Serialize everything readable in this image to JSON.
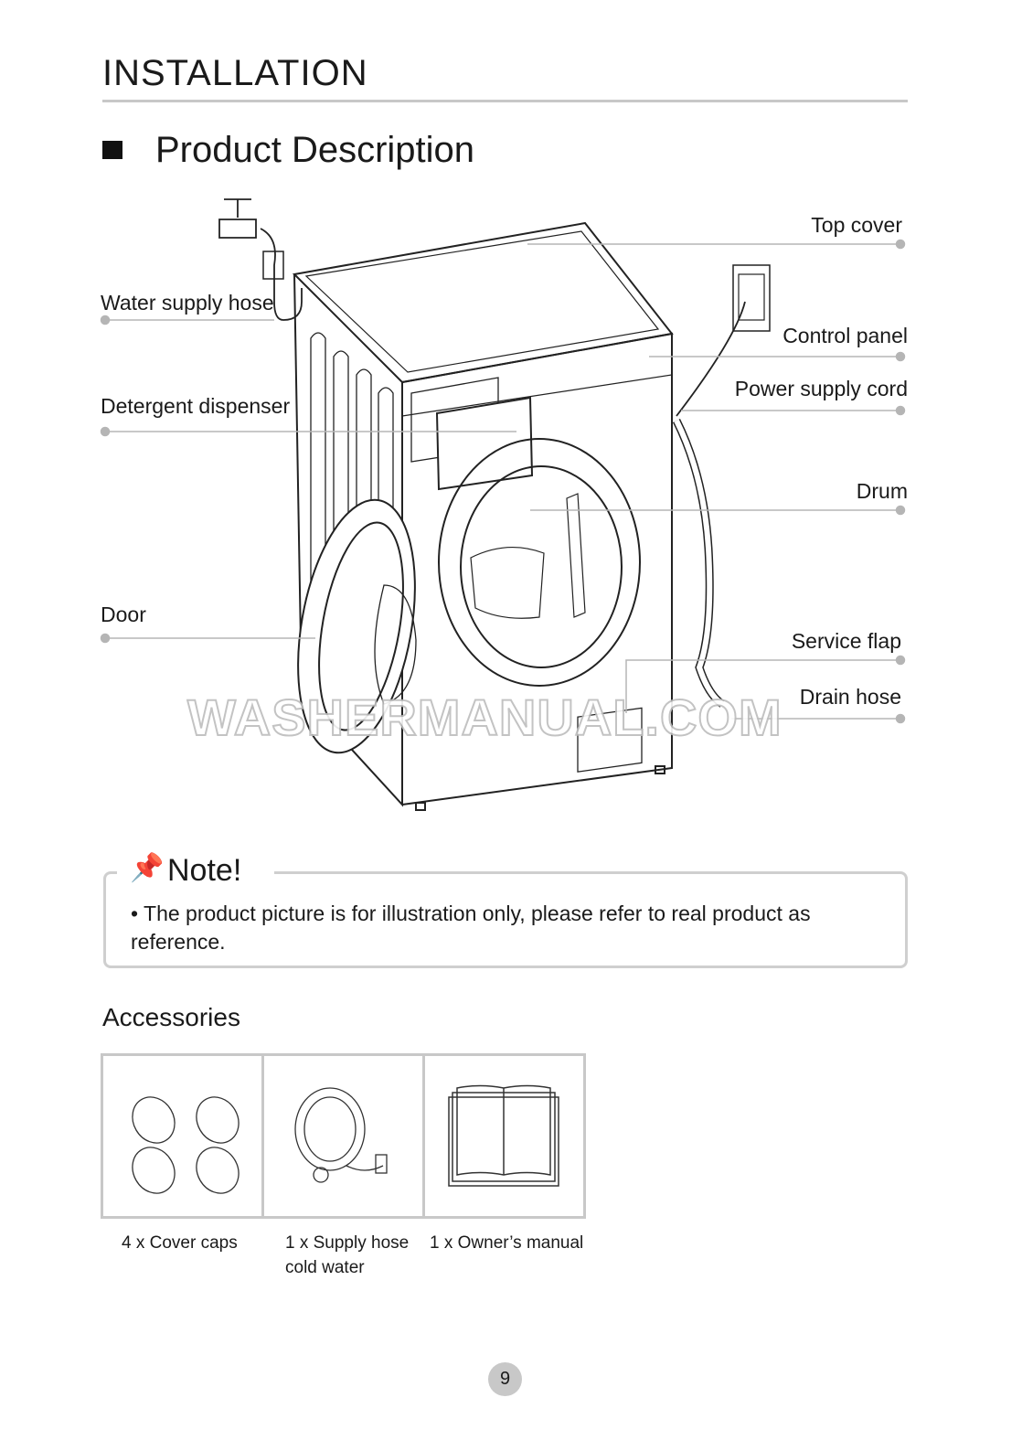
{
  "header": {
    "title": "INSTALLATION"
  },
  "section": {
    "title": "Product Description"
  },
  "labels": {
    "top_cover": "Top cover",
    "water_supply_hose": "Water supply hose",
    "control_panel": "Control panel",
    "power_supply_cord": "Power supply cord",
    "detergent_dispenser": "Detergent dispenser",
    "drum": "Drum",
    "door": "Door",
    "service_flap": "Service flap",
    "drain_hose": "Drain hose"
  },
  "watermark": "WASHERMANUAL.COM",
  "note": {
    "title": "Note!",
    "icon": "pushpin-icon",
    "text": "•  The product picture is for illustration only, please refer to real product as reference."
  },
  "accessories": {
    "title": "Accessories",
    "items": [
      {
        "caption_line1": "4 x Cover caps",
        "caption_line2": ""
      },
      {
        "caption_line1": "1 x Supply hose",
        "caption_line2": "cold water"
      },
      {
        "caption_line1": "1 x Owner’s manual",
        "caption_line2": ""
      }
    ]
  },
  "page_number": "9"
}
